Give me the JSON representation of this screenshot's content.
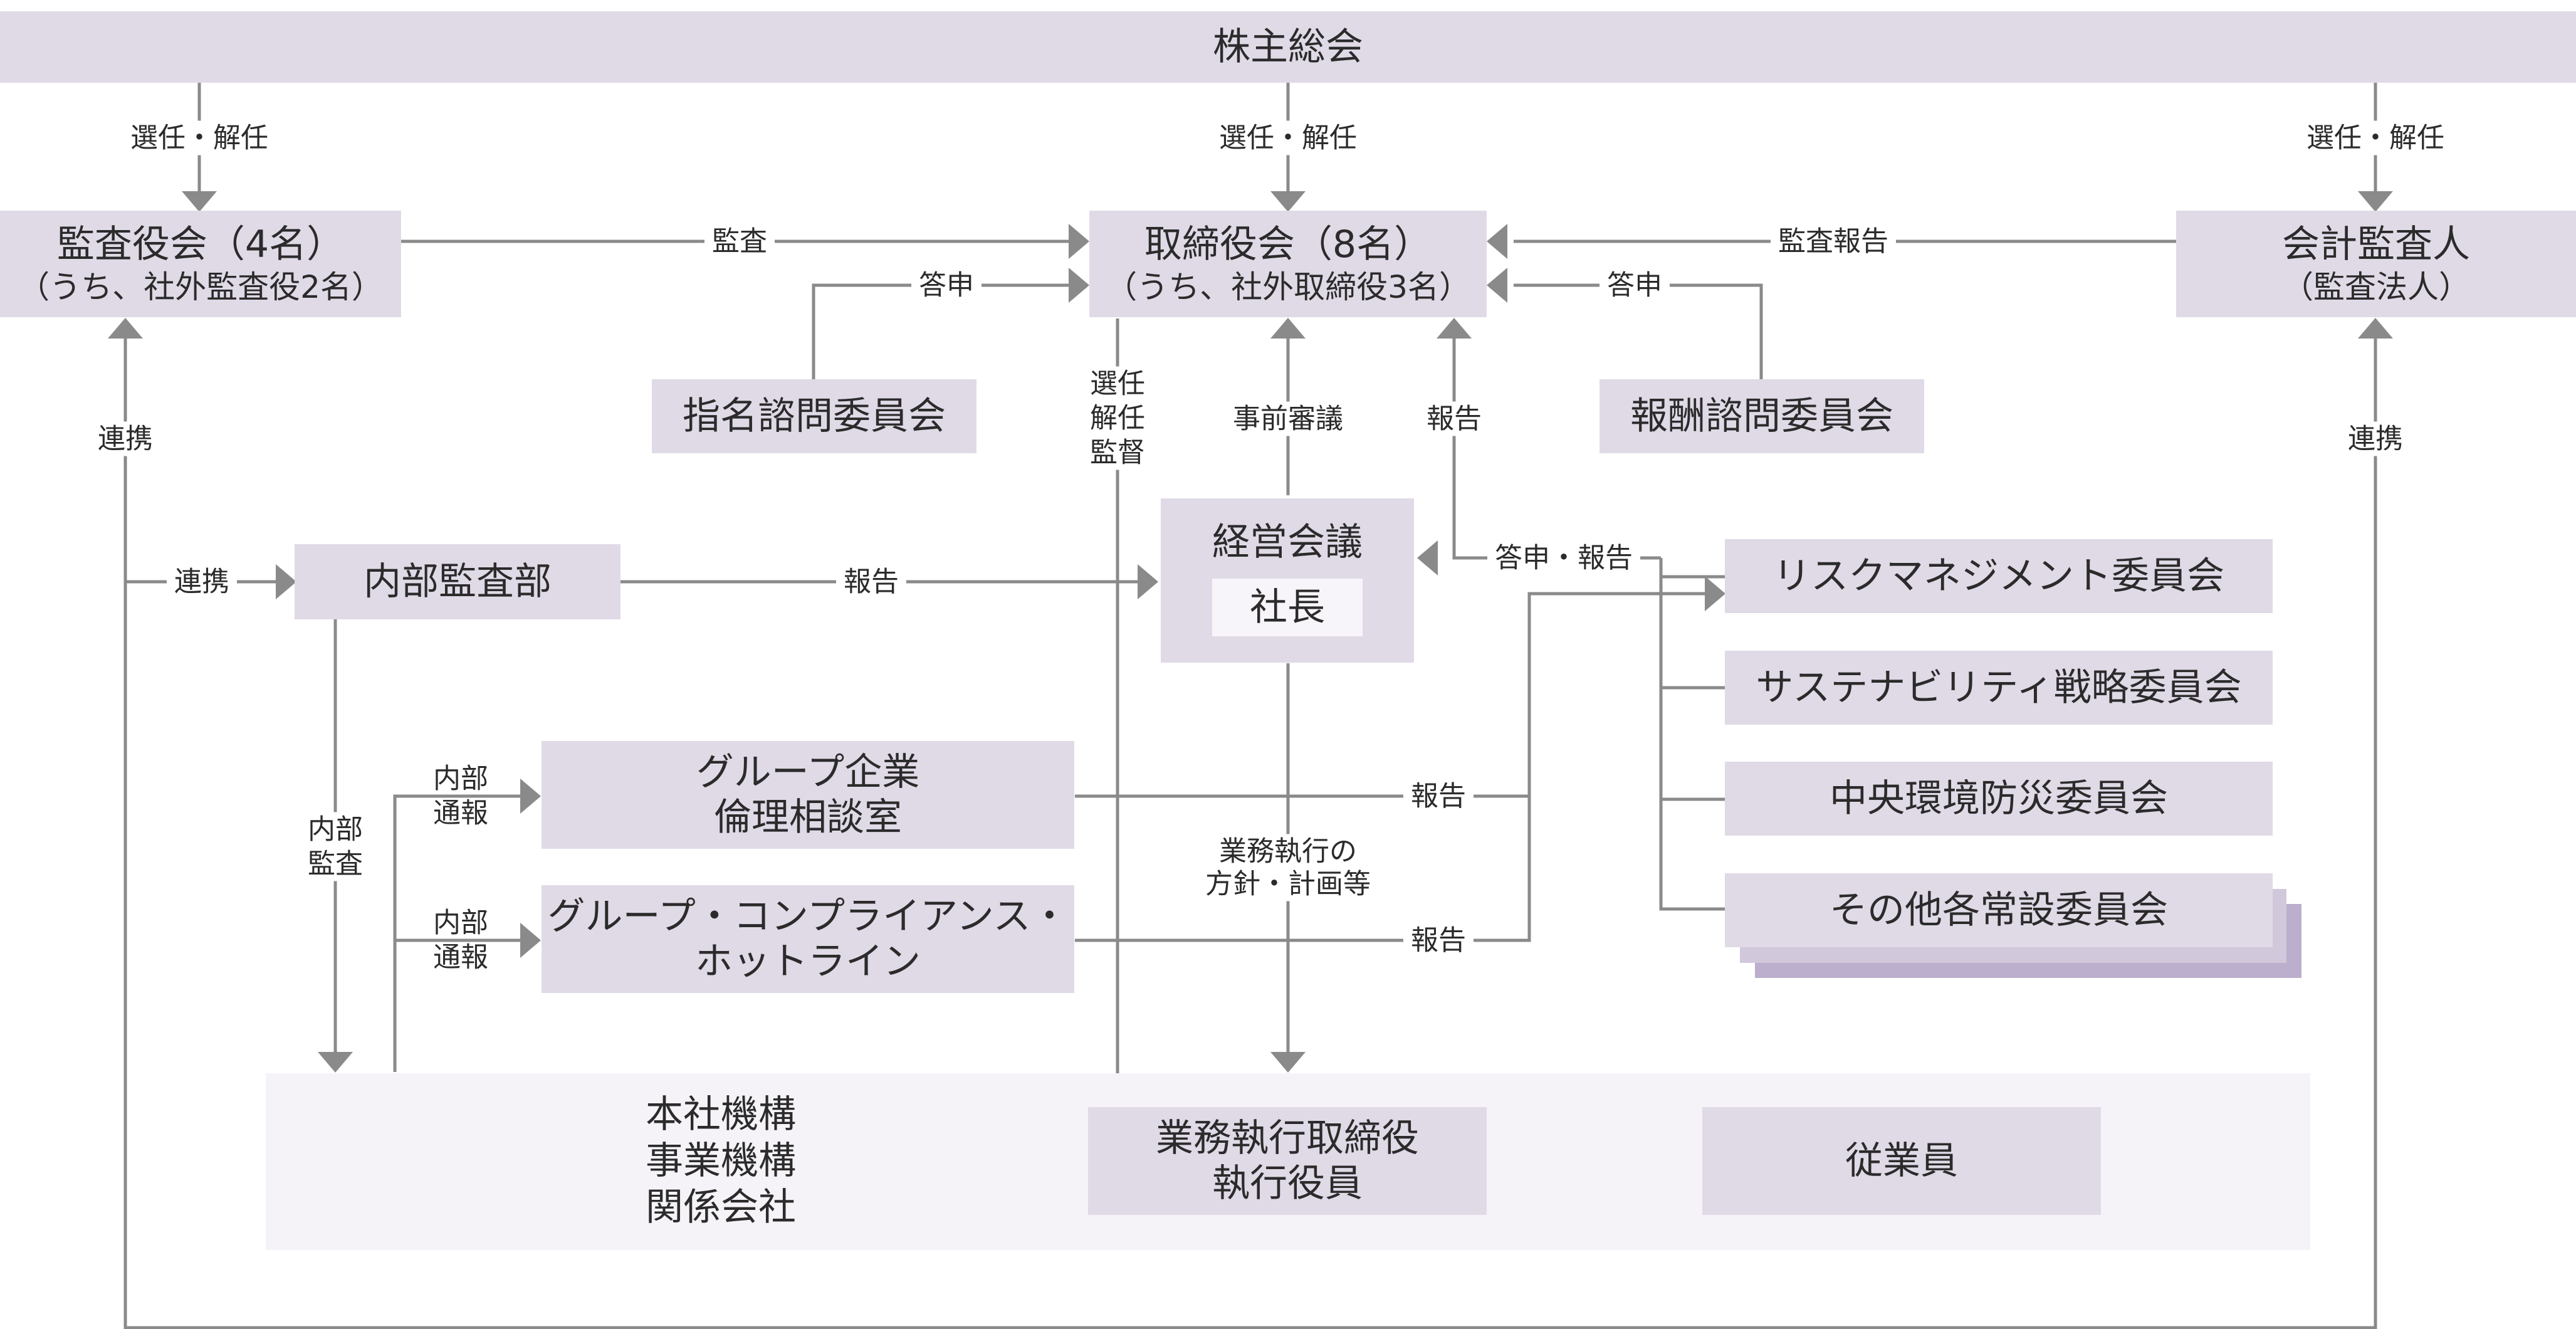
{
  "colors": {
    "box": "#e0dae7",
    "inner": "#f5f3f8",
    "shadow": "#bcaecd",
    "line": "#8a8a8a"
  },
  "nodes": {
    "shareholders": "株主総会",
    "audit_board_name": "監査役会（4名）",
    "audit_board_note": "（うち、社外監査役2名）",
    "board_name": "取締役会（8名）",
    "board_note": "（うち、社外取締役3名）",
    "auditor_name": "会計監査人",
    "auditor_note": "（監査法人）",
    "nomination": "指名諮問委員会",
    "remuneration": "報酬諮問委員会",
    "management_meeting": "経営会議",
    "president": "社長",
    "internal_audit": "内部監査部",
    "risk_committee": "リスクマネジメント委員会",
    "sustainability_committee": "サステナビリティ戦略委員会",
    "environment_committee": "中央環境防災委員会",
    "other_committees": "その他各常設委員会",
    "ethics_office_1": "グループ企業",
    "ethics_office_2": "倫理相談室",
    "hotline_1": "グループ・コンプライアンス・",
    "hotline_2": "ホットライン",
    "org_1": "本社機構",
    "org_2": "事業機構",
    "org_3": "関係会社",
    "exec_1": "業務執行取締役",
    "exec_2": "執行役員",
    "employees": "従業員"
  },
  "labels": {
    "elect_dismiss": "選任・解任",
    "audit": "監査",
    "audit_report": "監査報告",
    "recommend": "答申",
    "cooperation": "連携",
    "report": "報告",
    "prior_review": "事前審議",
    "recommend_report": "答申・報告",
    "elect_1": "選任",
    "elect_2": "解任",
    "elect_3": "監督",
    "internal_audit_1": "内部",
    "internal_audit_2": "監査",
    "whistle_1": "内部",
    "whistle_2": "通報",
    "policy_1": "業務執行の",
    "policy_2": "方針・計画等"
  }
}
